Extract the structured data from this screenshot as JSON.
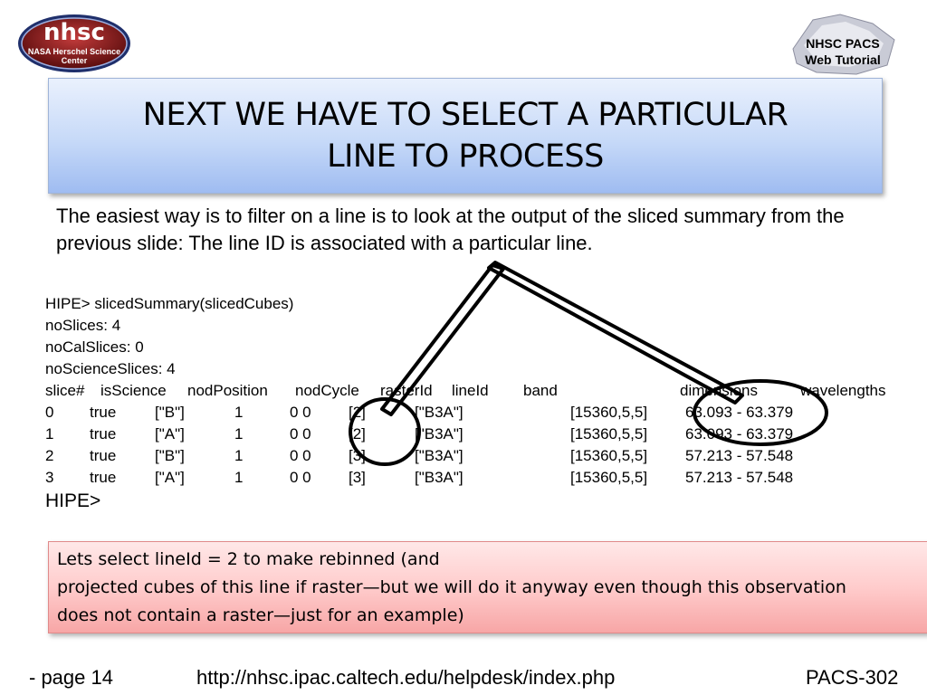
{
  "logos": {
    "nhsc_main": "nhsc",
    "nhsc_sub": "NASA Herschel Science",
    "nhsc_sub2": "Center",
    "pacs_line1": "NHSC PACS",
    "pacs_line2": "Web Tutorial"
  },
  "title": {
    "line1": "NEXT WE HAVE TO SELECT A PARTICULAR",
    "line2": "LINE TO PROCESS"
  },
  "intro_text": "The easiest way is to filter on a line is to look at the output of the sliced summary from the previous slide: The line ID is associated with a particular line.",
  "console": {
    "command": "HIPE> slicedSummary(slicedCubes)",
    "no_slices": "noSlices: 4",
    "no_cal_slices": "noCalSlices: 0",
    "no_science_slices": "noScienceSlices: 4",
    "header": {
      "slice": "slice#",
      "is_science": "isScience",
      "nod_position": "nodPosition",
      "nod_cycle": "nodCycle",
      "raster_id": "rasterId",
      "line_id": "lineId",
      "band": "band",
      "dimensions": "dimensions",
      "wavelengths": "wavelengths"
    },
    "rows": [
      {
        "slice": "0",
        "is_science": "true",
        "nod_position": "[\"B\"]",
        "nod_cycle": "1",
        "raster_id": "0 0",
        "line_id": "[2]",
        "band": "[\"B3A\"]",
        "dimensions": "[15360,5,5]",
        "wavelengths": "63.093 - 63.379"
      },
      {
        "slice": "1",
        "is_science": "true",
        "nod_position": "[\"A\"]",
        "nod_cycle": "1",
        "raster_id": "0 0",
        "line_id": "[2]",
        "band": "[\"B3A\"]",
        "dimensions": "[15360,5,5]",
        "wavelengths": "63.093 - 63.379"
      },
      {
        "slice": "2",
        "is_science": "true",
        "nod_position": "[\"B\"]",
        "nod_cycle": "1",
        "raster_id": "0 0",
        "line_id": "[3]",
        "band": "[\"B3A\"]",
        "dimensions": "[15360,5,5]",
        "wavelengths": "57.213 - 57.548"
      },
      {
        "slice": "3",
        "is_science": "true",
        "nod_position": "[\"A\"]",
        "nod_cycle": "1",
        "raster_id": "0 0",
        "line_id": "[3]",
        "band": "[\"B3A\"]",
        "dimensions": "[15360,5,5]",
        "wavelengths": "57.213 - 57.548"
      }
    ],
    "prompt": "HIPE>"
  },
  "note": {
    "line1": "Lets select lineId = 2 to make rebinned (and",
    "line2": "projected cubes of this line if raster—but we will do it anyway even though this observation",
    "line3": "does not contain a raster—just for an example)"
  },
  "footer": {
    "page": "- page 14",
    "url": "http://nhsc.ipac.caltech.edu/helpdesk/index.php",
    "code": "PACS-302"
  },
  "colors": {
    "title_gradient_top": "#eaf1fd",
    "title_gradient_bottom": "#9fbcf1",
    "note_gradient_top": "#ffe8e8",
    "note_gradient_bottom": "#f7a6a6",
    "nhsc_logo_red": "#8b1a1a"
  }
}
